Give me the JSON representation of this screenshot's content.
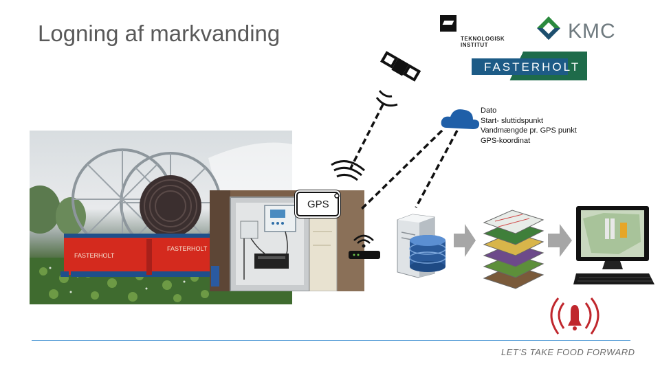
{
  "slide": {
    "title": "Logning af markvanding"
  },
  "logos": {
    "teknologisk": [
      "TEKNOLOGISK",
      "INSTITUT"
    ],
    "kmc": "KMC",
    "fasterholt": "FASTERHOLT"
  },
  "info_list": [
    "Dato",
    "Start- sluttidspunkt",
    "Vandmængde pr. GPS punkt",
    "GPS-koordinat"
  ],
  "gps_label": "GPS",
  "machine_labels": {
    "left": "FASTERHOLT",
    "right": "FASTERHOLT"
  },
  "tagline": "LET'S TAKE FOOD FORWARD",
  "colors": {
    "title": "#595959",
    "divider": "#5aa0d8",
    "alarm": "#c0272d",
    "cloud": "#1f5fa8",
    "database": "#2a5a9a",
    "fasterholt_blue": "#1d5b86",
    "fasterholt_green": "#1e6b4a",
    "machine_red": "#d42a1e"
  }
}
